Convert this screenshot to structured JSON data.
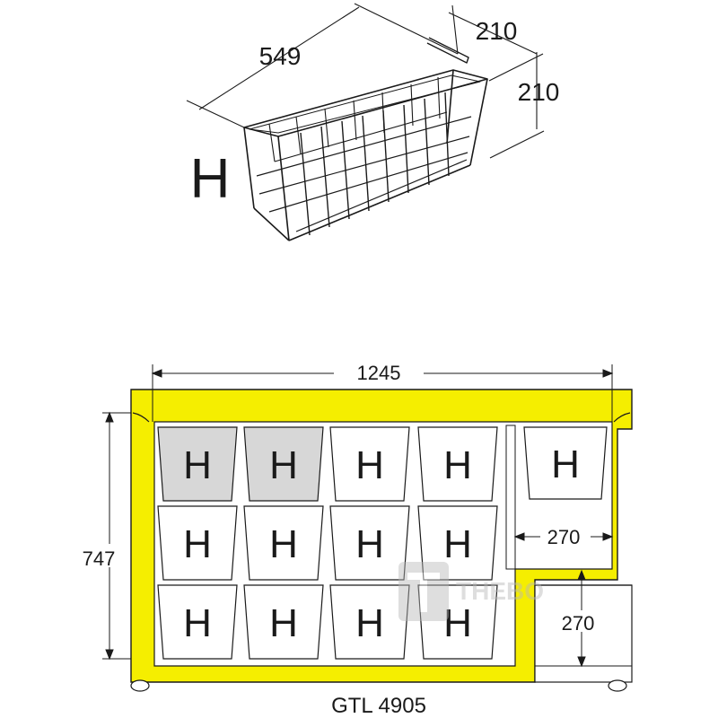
{
  "basket": {
    "letter": "H",
    "length": "549",
    "width": "210",
    "height": "210"
  },
  "freezer": {
    "width": "1245",
    "height": "747",
    "step_width": "270",
    "step_height": "270",
    "model": "GTL 4905",
    "basket_letter": "H",
    "colors": {
      "insulation": "#f5ee00",
      "basket_highlight": "#d7d7d7",
      "outline": "#1a1a1a"
    }
  },
  "watermark": {
    "text": "THEBO"
  }
}
